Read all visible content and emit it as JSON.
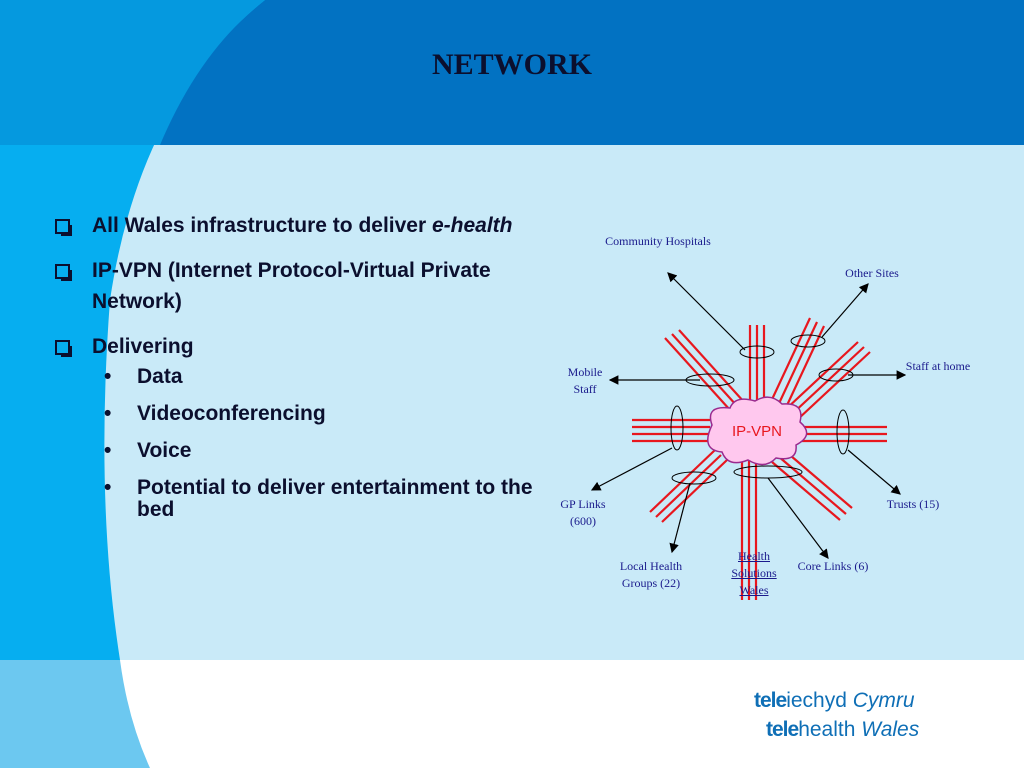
{
  "slide": {
    "title": "NETWORK",
    "colors": {
      "dark_blue": "#0272c2",
      "cyan": "#06aef0",
      "light_blue": "#c9eaf8",
      "cloud_fill": "#ffc8ee",
      "line_red": "#e8171e",
      "text_navy": "#0b0f2e",
      "label_blue": "#1a1a8c"
    }
  },
  "bullets": [
    {
      "text": "All Wales infrastructure to deliver ",
      "italic": "e-health"
    },
    {
      "text": "IP-VPN (Internet Protocol-Virtual Private Network)"
    },
    {
      "text": "Delivering"
    }
  ],
  "sub_bullets": [
    "Data",
    "Videoconferencing",
    "Voice",
    "Potential to deliver entertainment to the bed"
  ],
  "bullet_glyph": "•",
  "diagram": {
    "center": "IP-VPN",
    "labels": {
      "community": "Community Hospitals",
      "other_sites": "Other Sites",
      "mobile": "Mobile Staff",
      "staff_home": "Staff at home",
      "gp": "GP Links (600)",
      "trusts": "Trusts (15)",
      "local_health": "Local Health Groups (22)",
      "hsw": "Health Solutions Wales",
      "core": "Core Links (6)"
    }
  },
  "logo": {
    "line1_a": "tele",
    "line1_b": "iechyd ",
    "line1_c": "Cymru",
    "line2_a": "tele",
    "line2_b": "health ",
    "line2_c": "Wales"
  }
}
